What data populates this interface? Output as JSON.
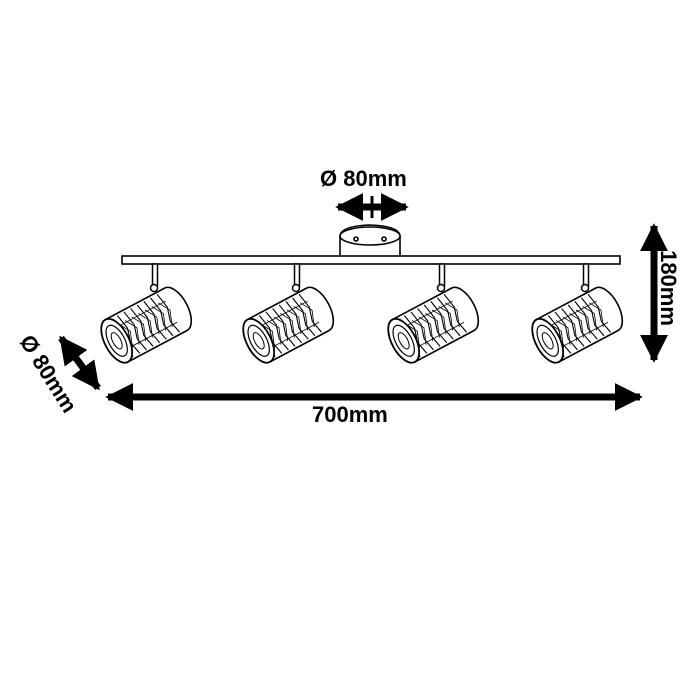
{
  "dimensions": {
    "mount_diameter": "Ø 80mm",
    "overall_length": "700mm",
    "overall_height": "180mm",
    "spot_diameter": "Ø 80mm"
  },
  "spotlight_count": 4,
  "colors": {
    "line": "#000000",
    "background": "#ffffff"
  }
}
